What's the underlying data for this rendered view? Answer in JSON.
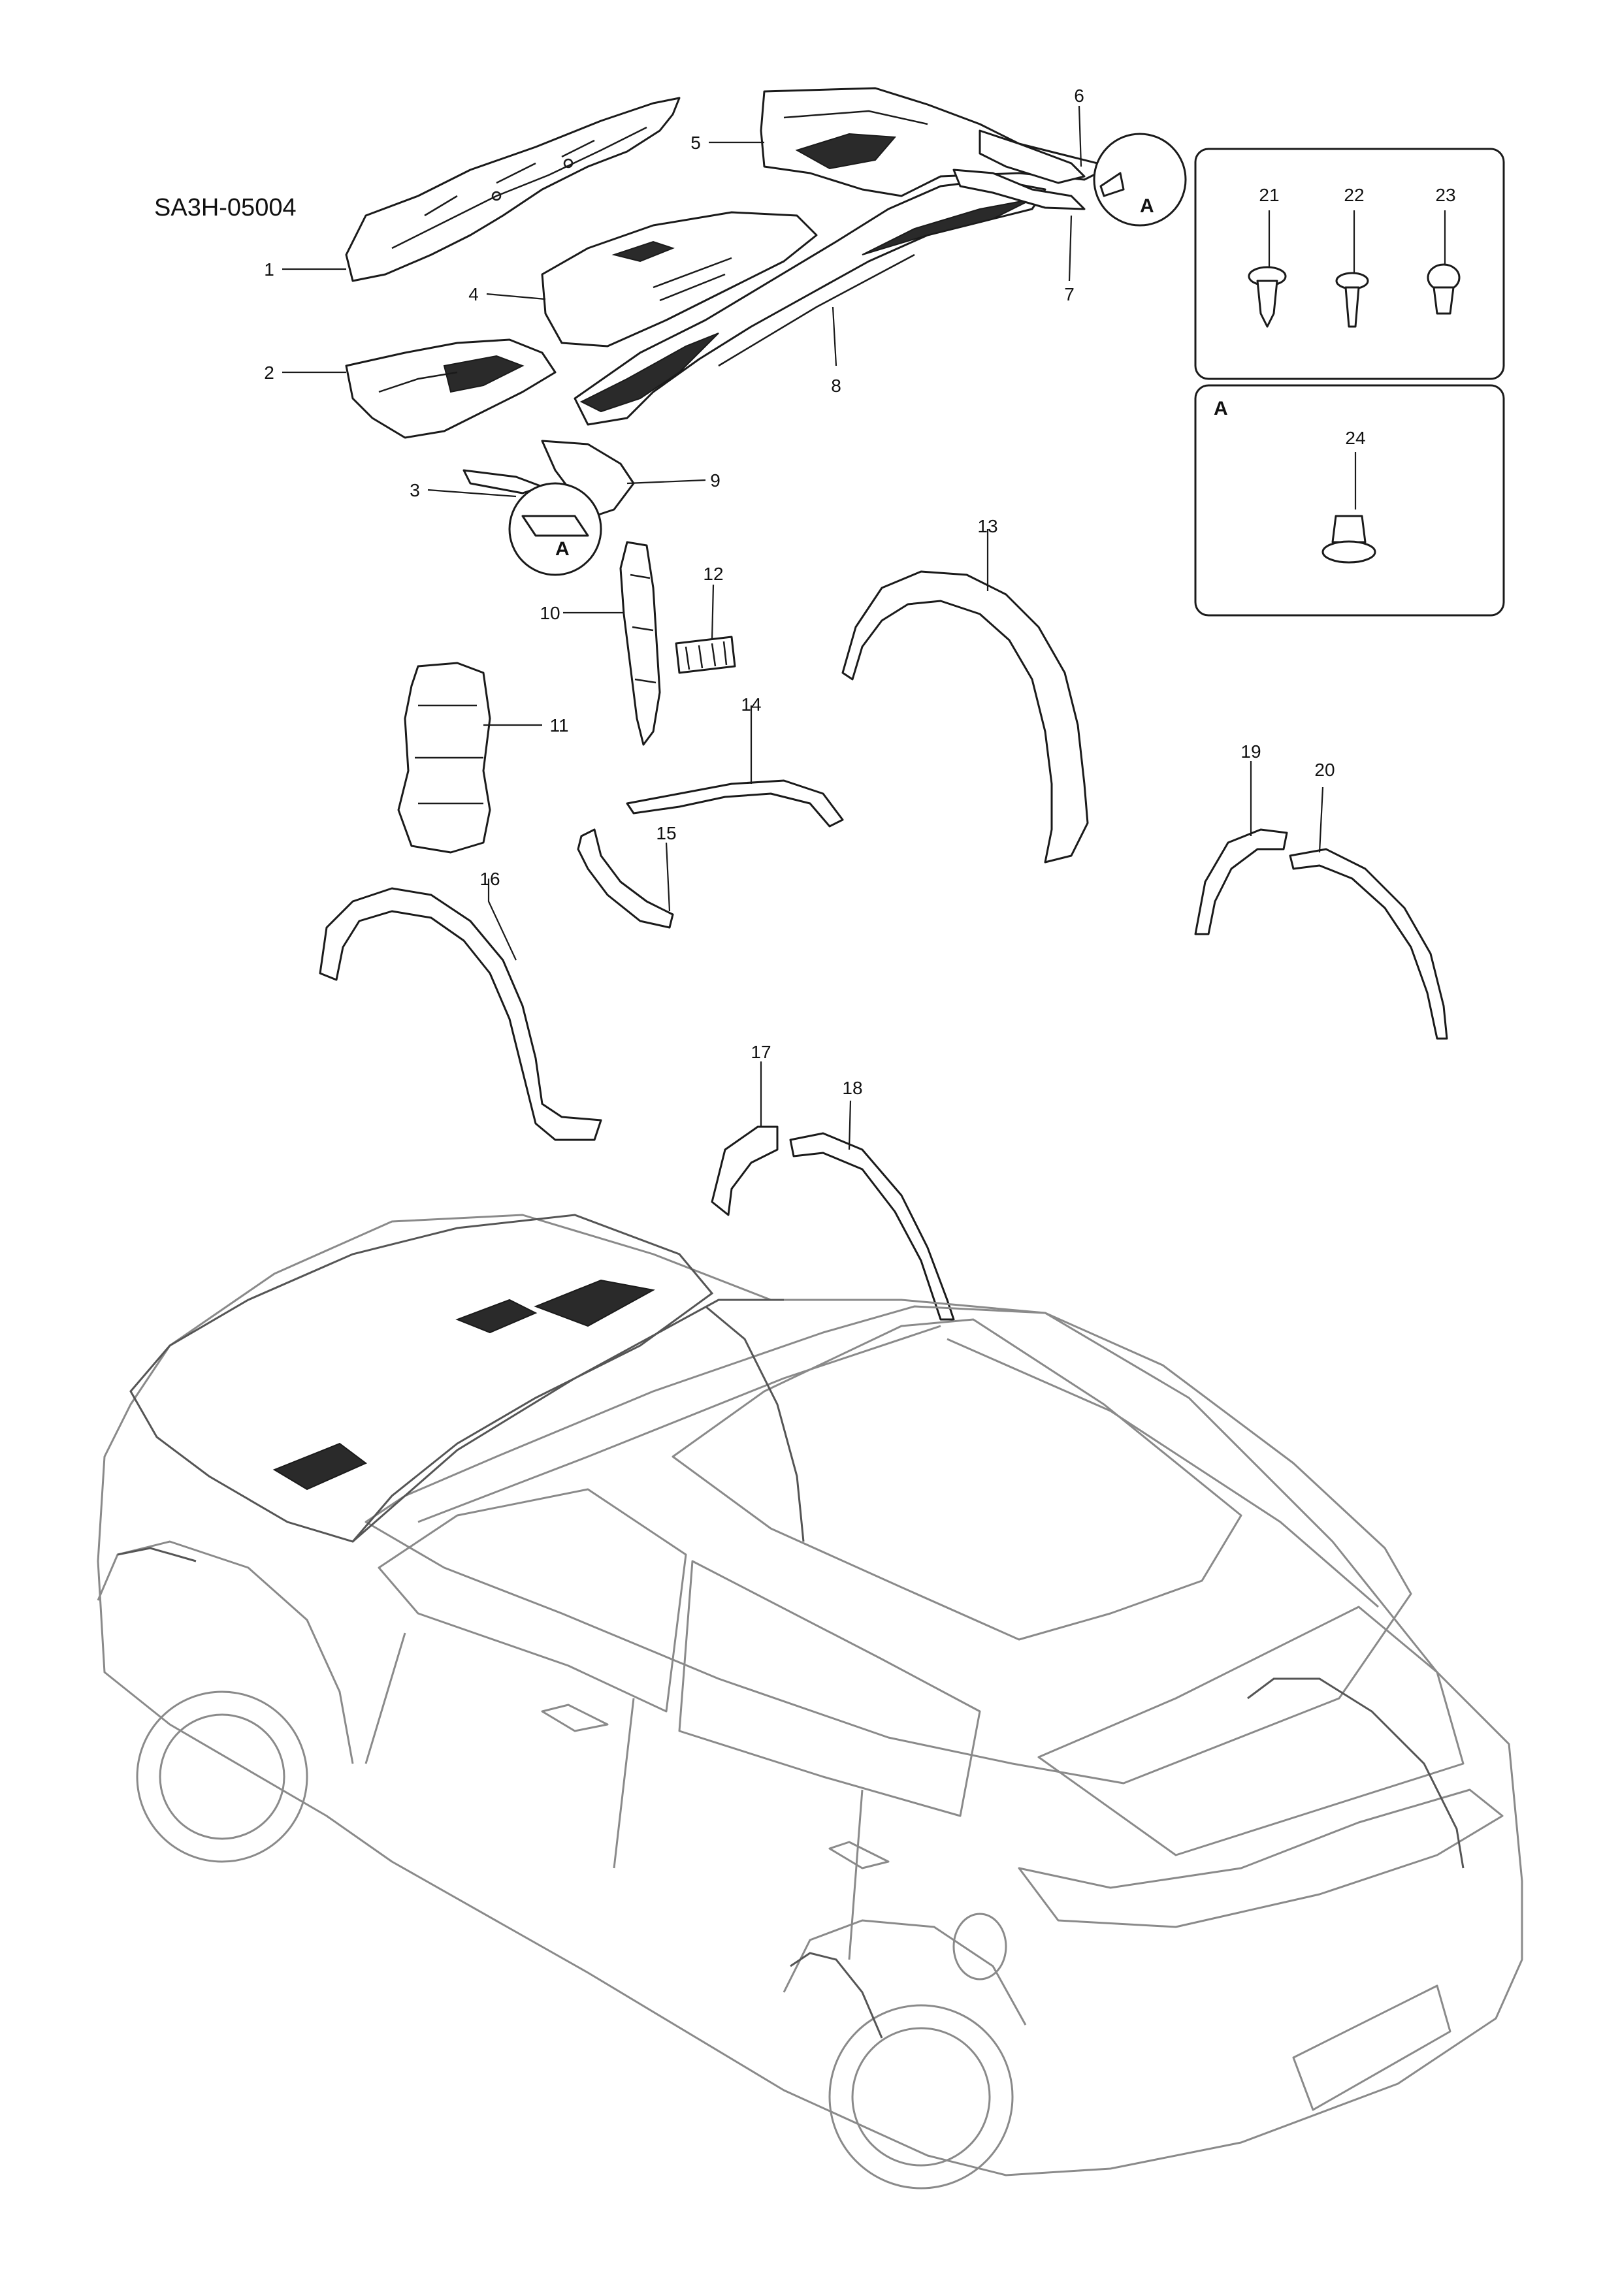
{
  "diagram": {
    "code": "SA3H-05004",
    "detail_letter": "A",
    "callouts": [
      {
        "id": "c1",
        "label": "1"
      },
      {
        "id": "c2",
        "label": "2"
      },
      {
        "id": "c3",
        "label": "3"
      },
      {
        "id": "c4",
        "label": "4"
      },
      {
        "id": "c5",
        "label": "5"
      },
      {
        "id": "c6",
        "label": "6"
      },
      {
        "id": "c7",
        "label": "7"
      },
      {
        "id": "c8",
        "label": "8"
      },
      {
        "id": "c9",
        "label": "9"
      },
      {
        "id": "c10",
        "label": "10"
      },
      {
        "id": "c11",
        "label": "11"
      },
      {
        "id": "c12",
        "label": "12"
      },
      {
        "id": "c13",
        "label": "13"
      },
      {
        "id": "c14",
        "label": "14"
      },
      {
        "id": "c15",
        "label": "15"
      },
      {
        "id": "c16",
        "label": "16"
      },
      {
        "id": "c17",
        "label": "17"
      },
      {
        "id": "c18",
        "label": "18"
      },
      {
        "id": "c19",
        "label": "19"
      },
      {
        "id": "c20",
        "label": "20"
      },
      {
        "id": "c21",
        "label": "21"
      },
      {
        "id": "c22",
        "label": "22"
      },
      {
        "id": "c23",
        "label": "23"
      },
      {
        "id": "c24",
        "label": "24"
      }
    ],
    "fastener_box": {
      "labels": [
        "21",
        "22",
        "23"
      ]
    },
    "detail_box": {
      "letter": "A",
      "labels": [
        "24"
      ]
    }
  }
}
